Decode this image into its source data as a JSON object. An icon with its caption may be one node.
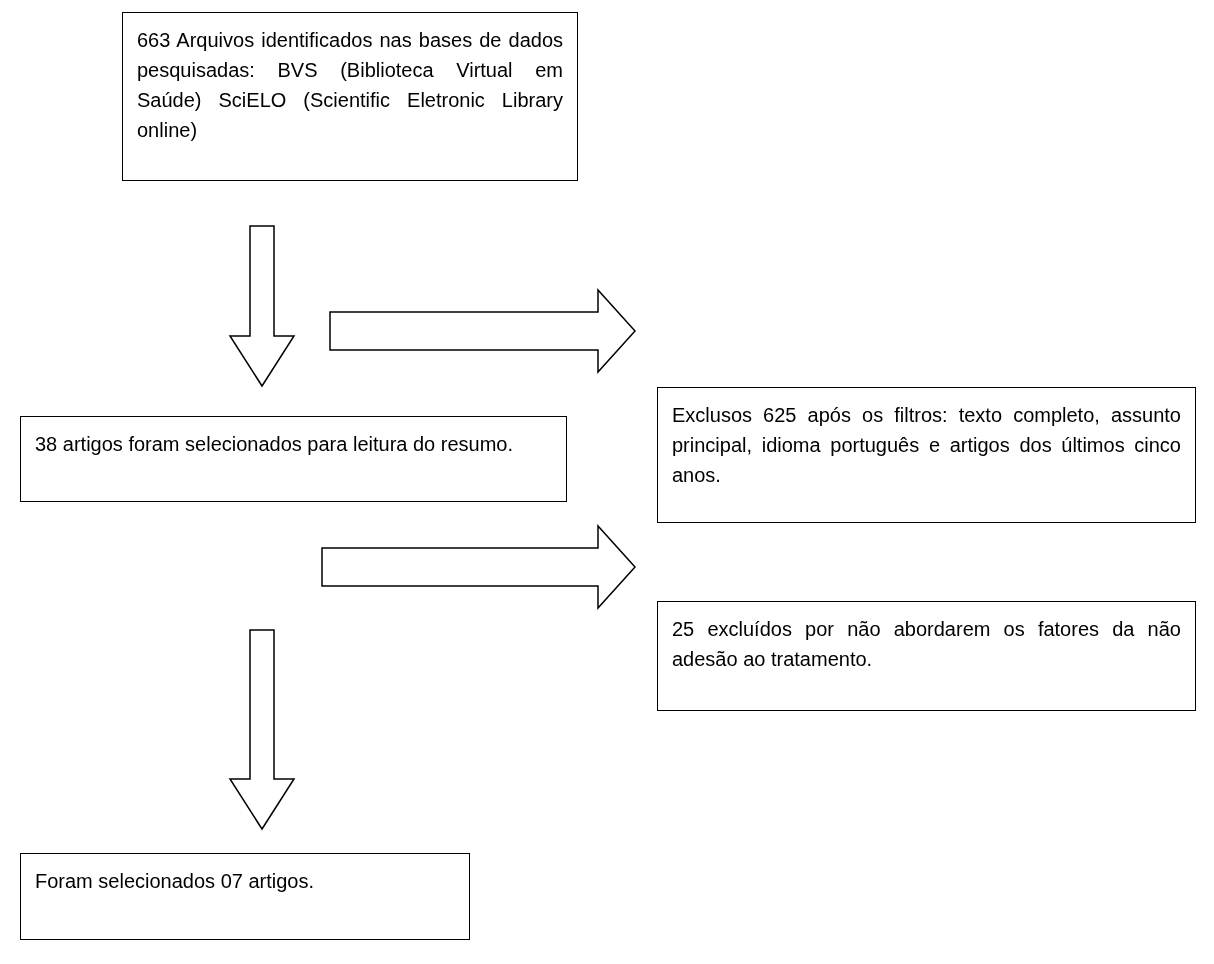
{
  "diagram": {
    "nodes": [
      {
        "text": [
          "663 Arquivos identificados nas bases de dados pesquisadas: BVS (Biblioteca Virtual em Saúde) SciELO (Scientific Eletronic Library online)"
        ]
      },
      {
        "text": [
          "38 artigos foram selecionados para leitura do resumo."
        ]
      },
      {
        "text": [
          "Exclusos 625 após os filtros: texto completo, assunto principal, idioma português e artigos dos últimos cinco anos."
        ]
      },
      {
        "text": [
          "25 excluídos por não abordarem os fatores da não adesão ao tratamento."
        ]
      },
      {
        "text": [
          "Foram selecionados 07 artigos."
        ]
      }
    ],
    "edges": [
      {
        "from": 0,
        "to": 1,
        "arrow": "to"
      },
      {
        "from": 0,
        "to": 2,
        "arrow": "to"
      },
      {
        "from": 1,
        "to": 3,
        "arrow": "to"
      },
      {
        "from": 1,
        "to": 4,
        "arrow": "to"
      }
    ]
  }
}
